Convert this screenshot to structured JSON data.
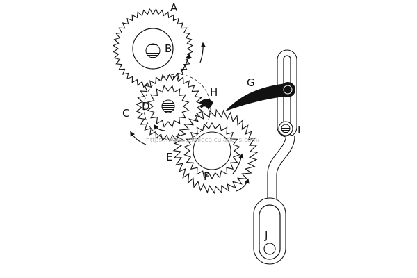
{
  "labels": {
    "A": "A",
    "B": "B",
    "C": "C",
    "D": "D",
    "E": "E",
    "F": "F",
    "G": "G",
    "H": "H",
    "I": "I",
    "J": "J"
  },
  "watermark": "https://www.textilecalculations.com/"
}
